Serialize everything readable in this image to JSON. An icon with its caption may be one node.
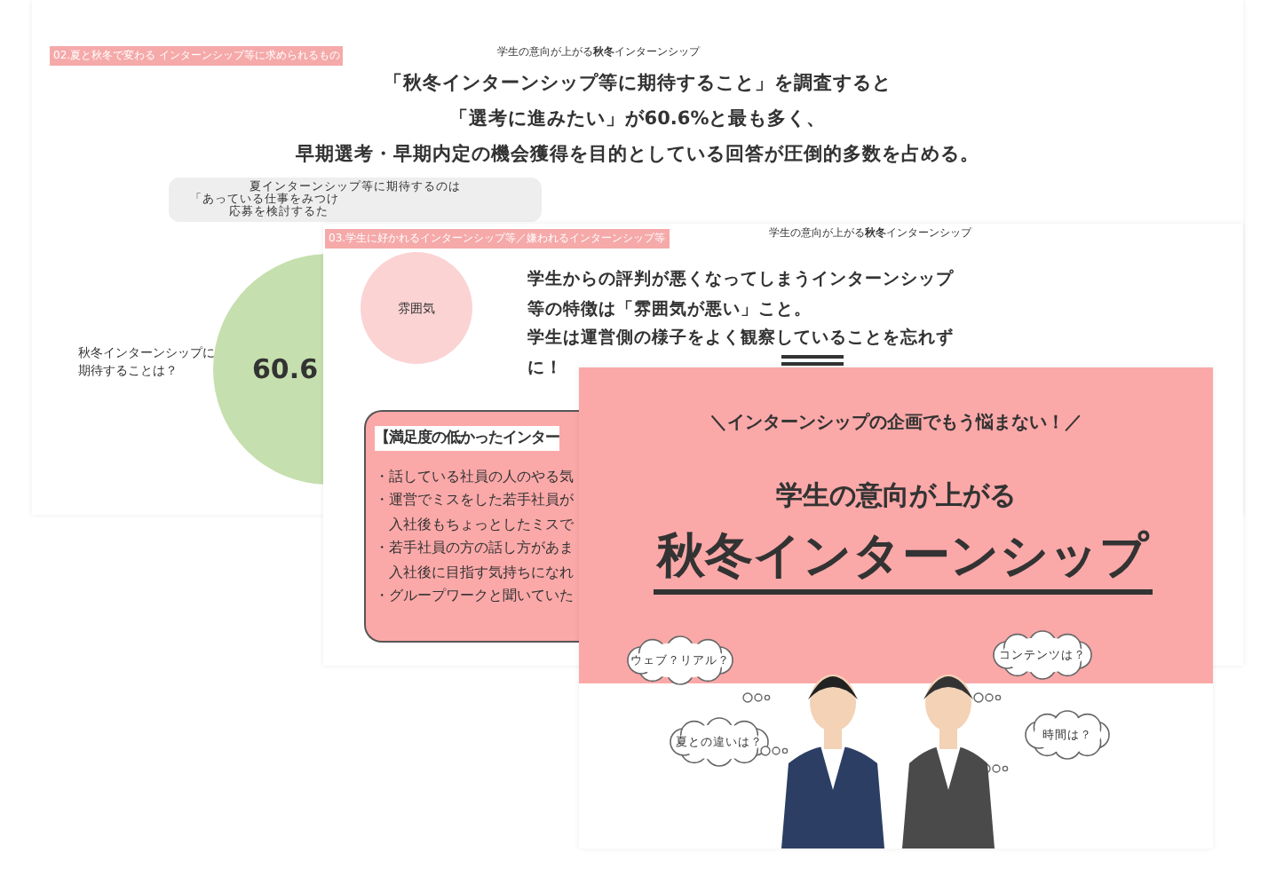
{
  "diagram": {
    "nodes": [
      {
        "text": [
          "夏インターンシップ等に期待するのは",
          "「あっている仕事をみつけ",
          "応募を検討するた"
        ]
      },
      {
        "text": [
          "60.6"
        ]
      },
      {
        "text": [
          "雰囲気"
        ]
      },
      {
        "text": [
          "【満足度の低かったインター",
          "・話している社員の人のやる気",
          "・運営でミスをした若手社員が",
          "入社後もちょっとしたミスで",
          "・若手社員の方の話し方があま",
          "入社後に目指す気持ちになれ",
          "・グループワークと聞いていた"
        ]
      },
      {
        "text": [
          "ウェブ？リアル？"
        ]
      },
      {
        "text": [
          "夏との違いは？"
        ]
      },
      {
        "text": [
          "コンテンツは？"
        ]
      },
      {
        "text": [
          "時間は？"
        ]
      }
    ],
    "labels": [
      "02.夏と秋冬で変わる インターンシップ等に求められるもの",
      "学生の意向が上がる**秋冬**インターンシップ",
      "「秋冬インターンシップ等に期待すること」を調査すると",
      "「選考に進みたい」が60.6%と最も多く、",
      "**早期選考・早期内定の機会獲得を目的**としている回答が圧倒的多数を占める。",
      "秋冬インターンシップに期待することは？",
      "03.学生に好かれるインターンシップ等／嫌われるインターンシップ等",
      "学生の意向が上がる**秋冬**インターンシップ",
      "学生からの評判が悪くなってしまうインターンシップ等の特徴は「雰囲気が悪い」こと。",
      "学生は運営側の様子をよく観察していることを忘れずに！",
      "＼インターンシップの企画でもう悩まない！／",
      "学生の意向が上がる",
      "**秋冬**インターンシップ"
    ]
  }
}
